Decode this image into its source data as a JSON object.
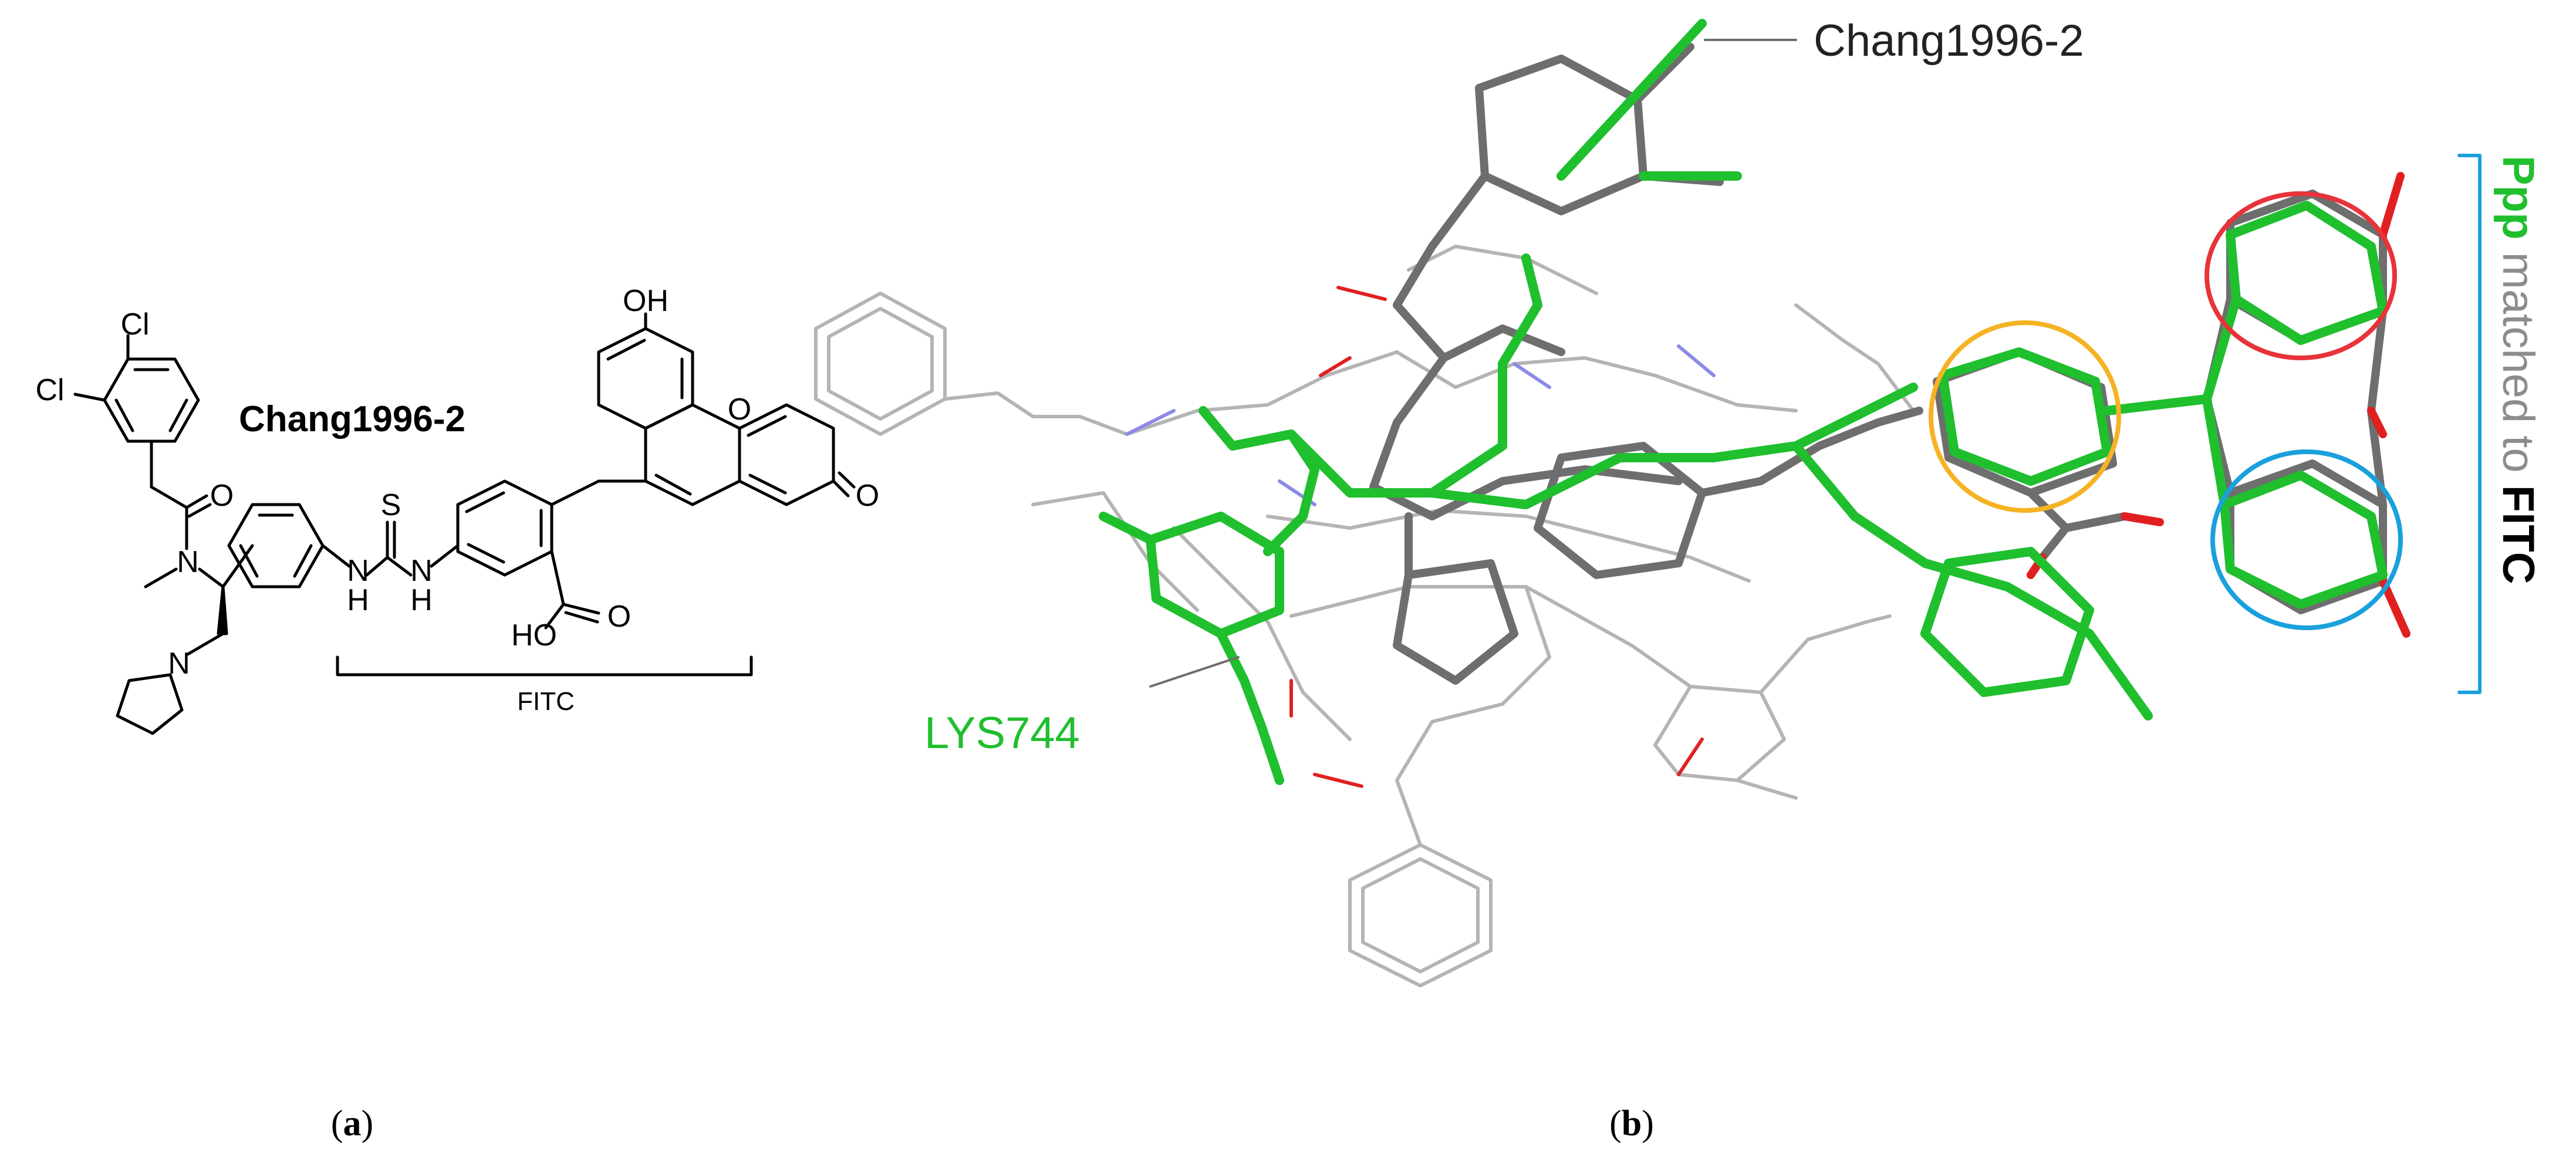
{
  "panel_a": {
    "label_open": "(",
    "label_letter": "a",
    "label_close": ")",
    "molecule_name": "Chang1996-2",
    "fragment_label": "FITC",
    "atoms": {
      "cl_top": "Cl",
      "cl_left": "Cl",
      "o_amide": "O",
      "n_amide": "N",
      "n_pyrrolidine": "N",
      "nh_left": "N",
      "nh_left_h": "H",
      "s_thio": "S",
      "nh_right": "N",
      "nh_right_h": "H",
      "oh_top": "OH",
      "o_ring": "O",
      "o_ketone": "O",
      "ho_acid": "HO",
      "o_acid": "O"
    }
  },
  "panel_b": {
    "label_open": "(",
    "label_letter": "b",
    "label_close": ")",
    "callout_ligand": "Chang1996-2",
    "callout_residue": "LYS744",
    "ppp_word": "Ppp",
    "matched_word": " matched to ",
    "fitc_word": "FITC",
    "colors": {
      "ppp_green": "#1fbf2e",
      "ligand_gray": "#6e6e6e",
      "light_gray": "#b4b4b4",
      "red_circle": "#e8333a",
      "orange_circle": "#f5b324",
      "blue_circle": "#1aa0dc",
      "bracket_blue": "#1aa0dc",
      "nitrogen": "#8a8ae6",
      "oxygen": "#e02020"
    }
  }
}
